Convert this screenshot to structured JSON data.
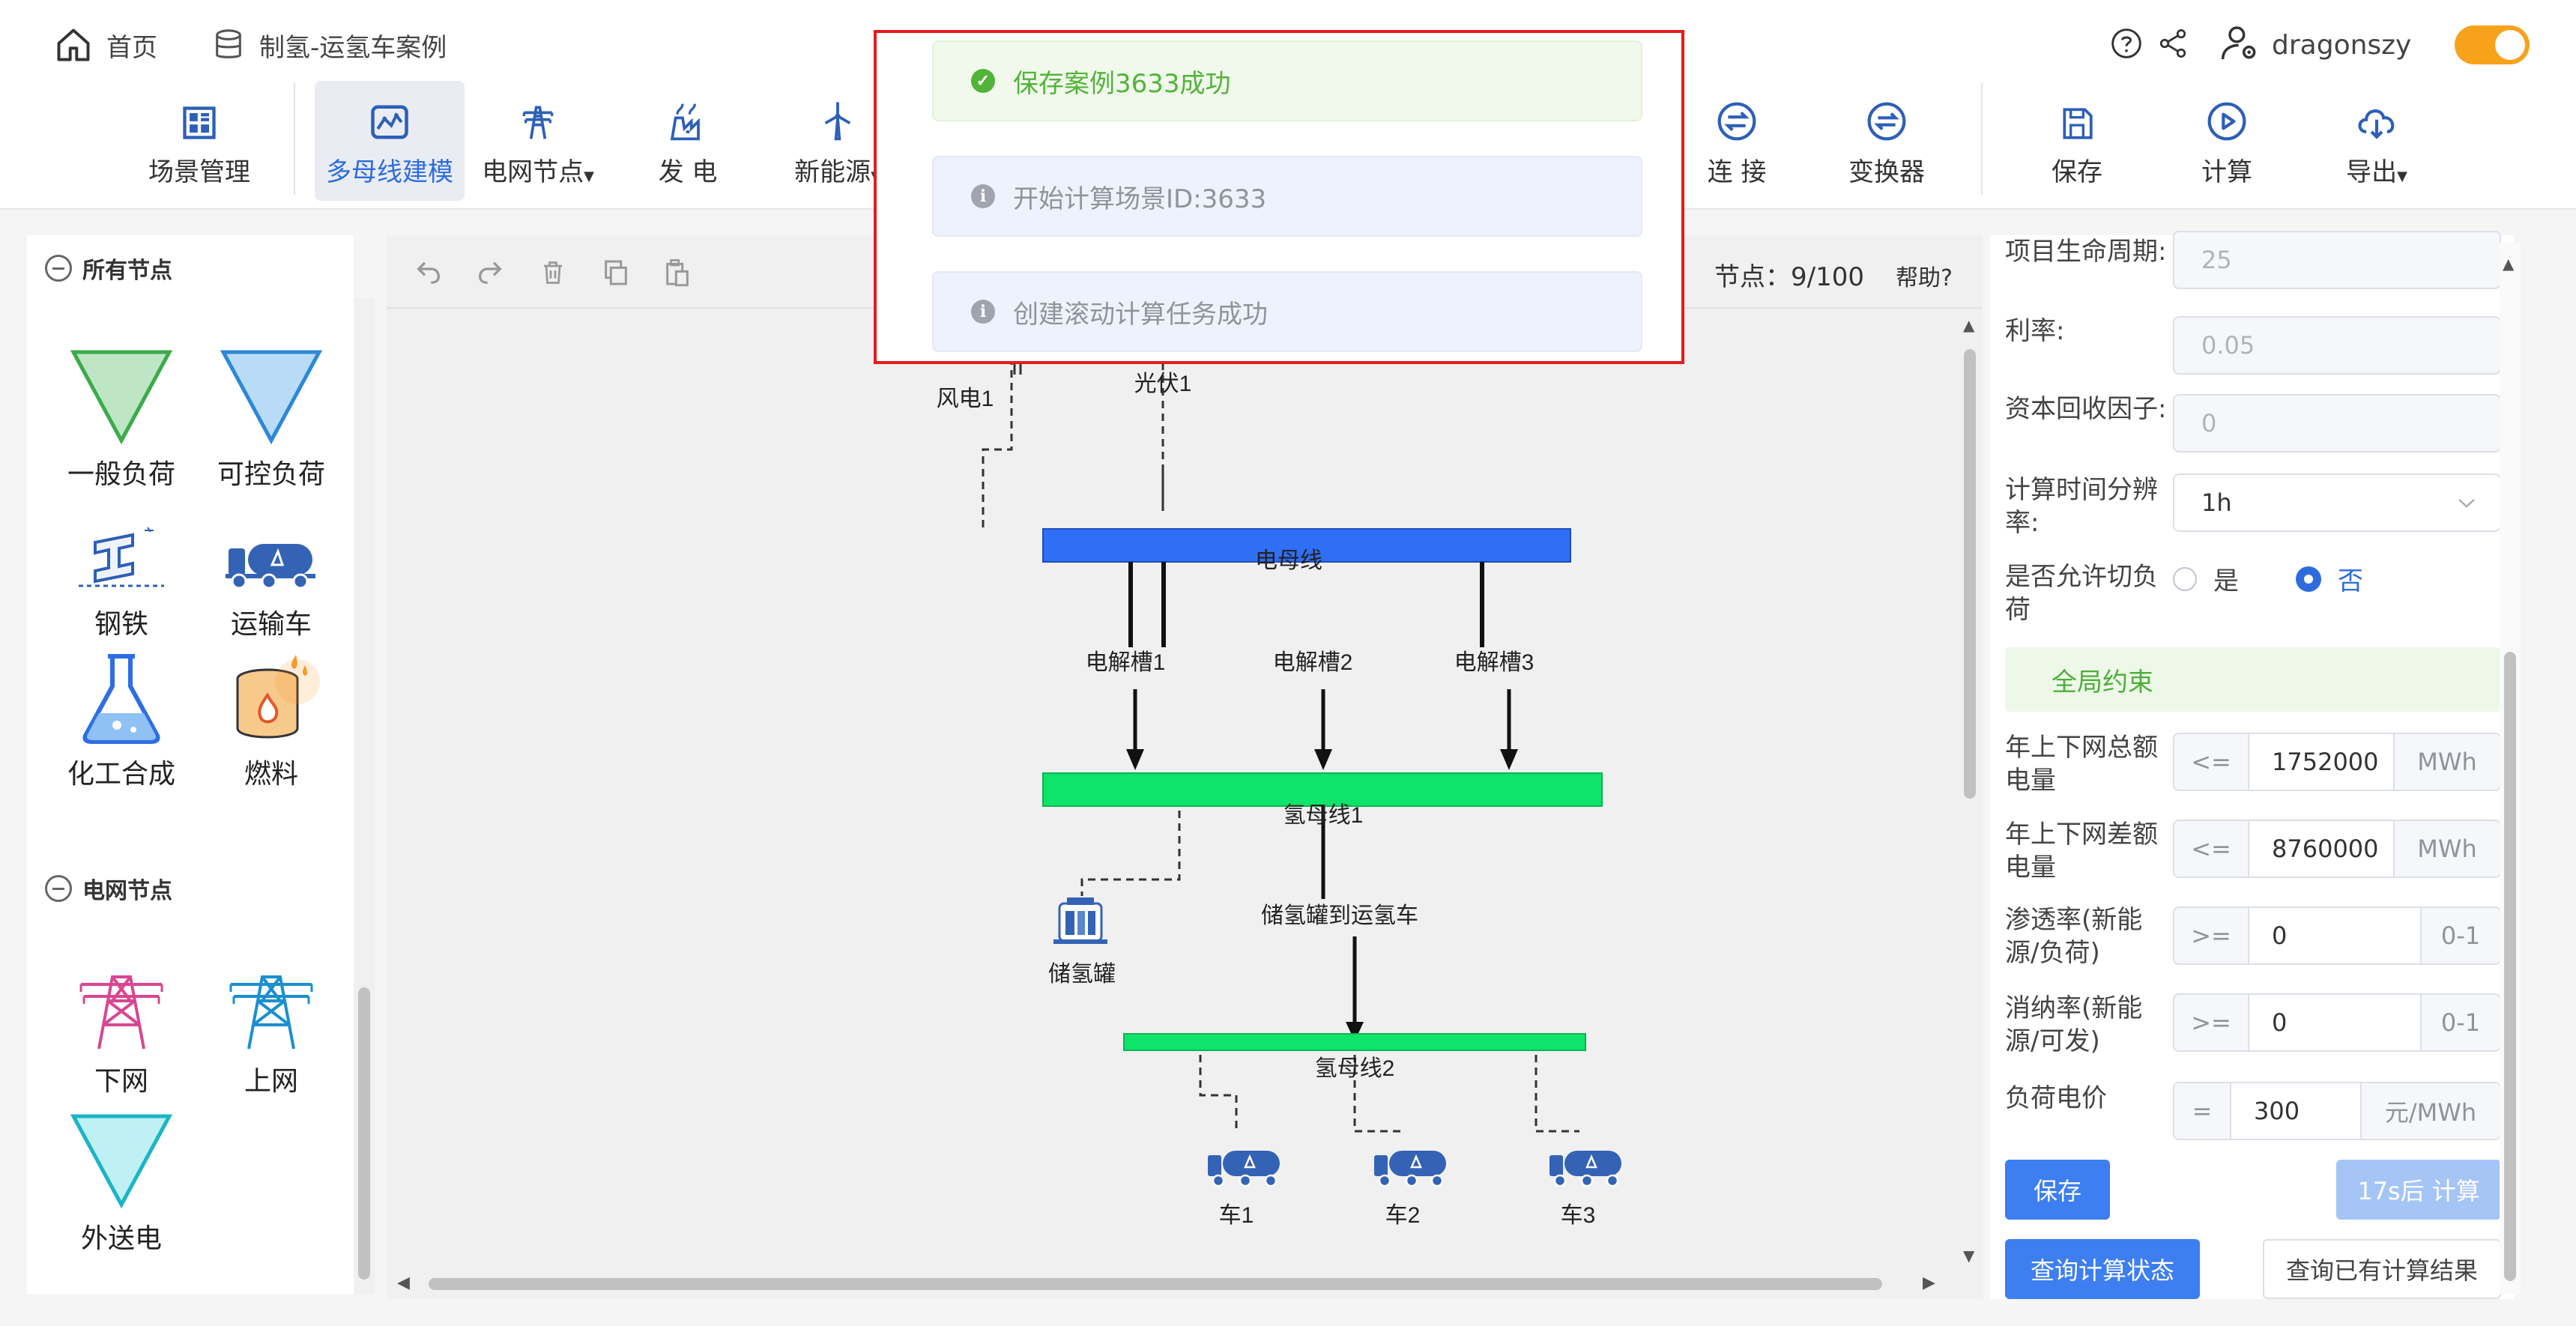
{
  "header": {
    "home_label": "首页",
    "case_label": "制氢-运氢车案例",
    "username": "dragonszy",
    "toggle_color": "#f7a21b"
  },
  "toolbar": {
    "items": [
      {
        "label": "场景管理",
        "icon": "grid-icon"
      },
      {
        "label": "多母线建模",
        "icon": "multibus-icon",
        "active": true
      },
      {
        "label": "电网节点",
        "icon": "tower-icon",
        "dropdown": true
      },
      {
        "label": "发 电",
        "icon": "power-plant-icon"
      },
      {
        "label": "新能源",
        "icon": "wind-turbine-icon",
        "dropdown": true
      },
      {
        "label": "连 接",
        "icon": "connect-icon"
      },
      {
        "label": "变换器",
        "icon": "converter-icon"
      },
      {
        "label": "保存",
        "icon": "save-icon"
      },
      {
        "label": "计算",
        "icon": "play-icon"
      },
      {
        "label": "导出",
        "icon": "cloud-download-icon",
        "dropdown": true
      }
    ]
  },
  "left": {
    "section_all": "所有节点",
    "section_grid": "电网节点",
    "all_nodes": [
      "一般负荷",
      "可控负荷",
      "钢铁",
      "运输车",
      "化工合成",
      "燃料"
    ],
    "grid_nodes": [
      "下网",
      "上网",
      "外送电"
    ]
  },
  "canvas": {
    "node_count_label": "节点：9/100",
    "help_label": "帮助?",
    "labels": {
      "wind": "风电1",
      "pv": "光伏1",
      "elec_bus": "电母线",
      "el1": "电解槽1",
      "el2": "电解槽2",
      "el3": "电解槽3",
      "h2_bus1": "氢母线1",
      "tank": "储氢罐",
      "tank_link": "储氢罐到运氢车",
      "h2_bus2": "氢母线2",
      "car1": "车1",
      "car2": "车2",
      "car3": "车3"
    },
    "colors": {
      "elec_bus": "#2f6ff5",
      "h2_bus": "#0ee36a"
    }
  },
  "right": {
    "fields": {
      "life_label": "项目生命周期:",
      "life_value": "25",
      "rate_label": "利率:",
      "rate_value": "0.05",
      "crf_label": "资本回收因子:",
      "crf_value": "0",
      "res_label_1": "计算时间分辨",
      "res_label_2": "率:",
      "res_value": "1h",
      "cut_label_1": "是否允许切负",
      "cut_label_2": "荷",
      "opt_yes": "是",
      "opt_no": "否"
    },
    "global_title": "全局约束",
    "constraints": [
      {
        "l1": "年上下网总额",
        "l2": "电量",
        "op": "<=",
        "value": "1752000",
        "unit": "MWh"
      },
      {
        "l1": "年上下网差额",
        "l2": "电量",
        "op": "<=",
        "value": "8760000",
        "unit": "MWh"
      },
      {
        "l1": "渗透率(新能",
        "l2": "源/负荷)",
        "op": ">=",
        "value": "0",
        "unit": "0-1"
      },
      {
        "l1": "消纳率(新能",
        "l2": "源/可发)",
        "op": ">=",
        "value": "0",
        "unit": "0-1"
      },
      {
        "l1": "负荷电价",
        "l2": "",
        "op": "=",
        "value": "300",
        "unit": "元/MWh"
      }
    ],
    "save_btn": "保存",
    "calc_btn": "17s后 计算",
    "query_status_btn": "查询计算状态",
    "query_result_btn": "查询已有计算结果"
  },
  "toasts": [
    {
      "type": "success",
      "text": "保存案例3633成功"
    },
    {
      "type": "info",
      "text": "开始计算场景ID:3633"
    },
    {
      "type": "info",
      "text": "创建滚动计算任务成功"
    }
  ]
}
